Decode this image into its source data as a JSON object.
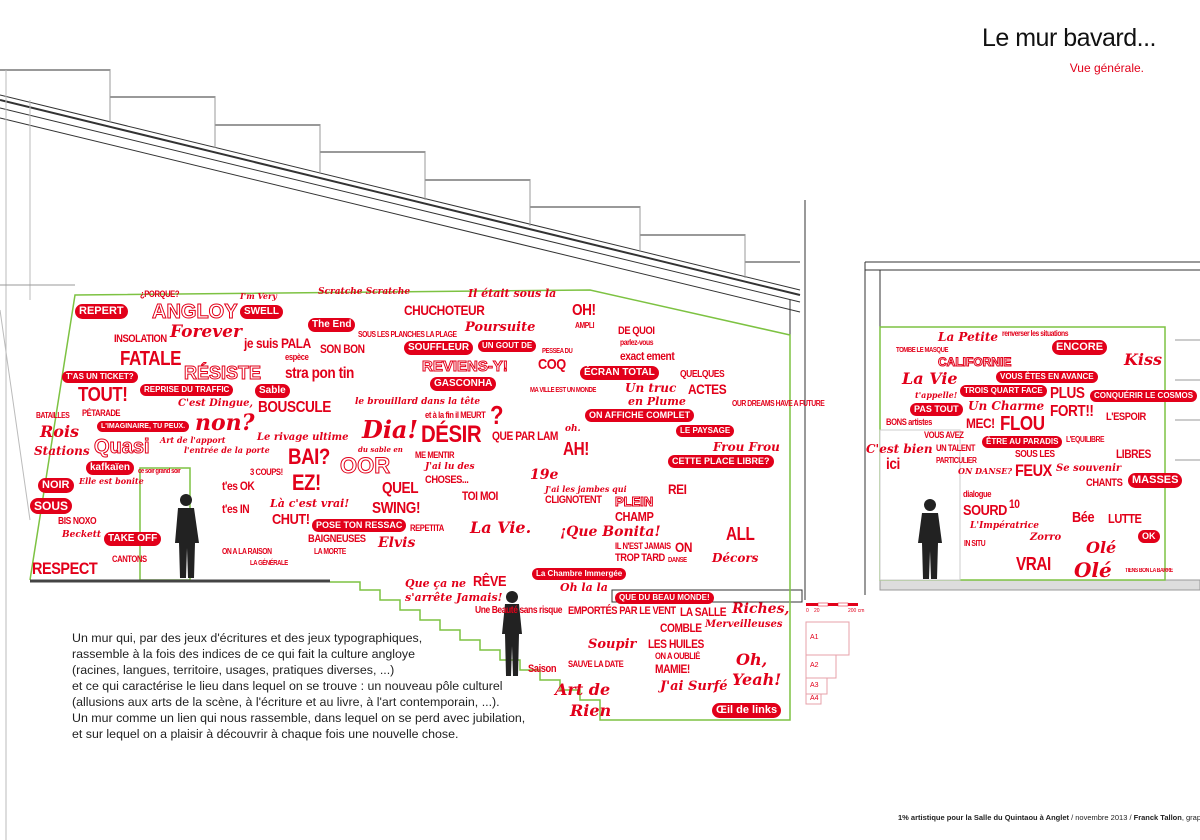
{
  "header": {
    "title": "Le mur bavard...",
    "subtitle": "Vue générale."
  },
  "description": "Un mur qui, par des jeux d'écritures et des jeux typographiques,\nrassemble à la fois des indices de ce qui fait la culture angloye\n(racines, langues, territoire, usages, pratiques diverses, ...)\net ce qui caractérise le lieu dans lequel on se trouve : un nouveau pôle culturel\n(allusions aux arts de la scène, à l'écriture et au livre, à l'art contemporain, ...).\nUn mur comme un lien qui nous rassemble, dans lequel on se perd avec jubilation,\net sur lequel on a plaisir à découvrir à chaque fois une nouvelle chose.",
  "footer": {
    "project": "1% artistique pour la Salle du Quintaou à Anglet",
    "date": " / novembre 2013 / ",
    "author": "Franck Tallon",
    "role": ", graphiste"
  },
  "scale": {
    "labels": [
      "0",
      "20",
      "200 cm"
    ]
  },
  "formats": [
    "A1",
    "A2",
    "A3",
    "A4"
  ],
  "colors": {
    "accent": "#e2001a",
    "outline": "#7dc242",
    "line": "#333333"
  },
  "wall": {
    "phrases": [
      "¿PORQUE?",
      "ANGLOY",
      "Forever",
      "REPERT",
      "I'm Very",
      "SWELL",
      "Scratche Scratche",
      "The End",
      "INSOLATION",
      "FATALE",
      "T'AS UN TICKET?",
      "TOUT!",
      "PÉTARADE",
      "REPRISE DU TRAFFIC",
      "RÉSISTE",
      "je suis PALA",
      "espèce",
      "stra pon tin",
      "Sable",
      "SON BON",
      "SOUS LES PLANCHES LA PLAGE",
      "C'est Dingue,",
      "non?",
      "BOUSCULE",
      "le brouillard dans la tête",
      "Dia!",
      "BATAILLES",
      "Rois",
      "Stations",
      "L'IMAGINAIRE, TU PEUX.",
      "Art de l'apport",
      "Quasi",
      "kafkaïen",
      "l'entrée de la porte",
      "Le rivage ultime",
      "BAI?",
      "EZ!",
      "du sable en",
      "OOR",
      "QUEL",
      "SWING!",
      "NOIR",
      "Elle est bonite",
      "ce soir grand soir",
      "SOUS",
      "BIS NOXO",
      "Beckett",
      "TAKE OFF",
      "CANTONS",
      "RESPECT",
      "t'es OK",
      "t'es IN",
      "Là c'est vrai!",
      "3 COUPS!",
      "POSE TON RESSAC",
      "CHUT!",
      "BAIGNEUSES",
      "Elvis",
      "REPETITA",
      "ON A LA RAISON",
      "LA GÉNÉRALE",
      "LA MORTE",
      "CHUCHOTEUR",
      "SOUFFLEUR",
      "Il était sous la",
      "Poursuite",
      "OH!",
      "AMPLI",
      "UN GOUT DE",
      "REVIENS-Y!",
      "PESSEA DU",
      "COQ",
      "DE QUOI",
      "parlez-vous",
      "exact ement",
      "ÉCRAN TOTAL",
      "GASCONHA",
      "MA VILLE EST UN MONDE",
      "Un truc",
      "en Plume",
      "QUELQUES",
      "ACTES",
      "et à la fin il MEURT",
      "DÉSIR",
      "?",
      "ON AFFICHE COMPLET",
      "LE PAYSAGE",
      "OUR DREAMS HAVE A FUTURE",
      "QUE PAR LAM",
      "oh.",
      "AH!",
      "ME MENTIR",
      "Frou Frou",
      "CETTE PLACE LIBRE?",
      "J'ai lu des",
      "CHOSES...",
      "19e",
      "J'ai les jambes qui",
      "CLIGNOTENT",
      "REI",
      "TOI MOI",
      "PLEIN",
      "CHAMP",
      "¡Que Bonita!",
      "ALL",
      "La Vie.",
      "IL N'EST JAMAIS",
      "TROP TARD",
      "ON",
      "DANSE",
      "Décors",
      "La Chambre Immergée",
      "Que ça ne",
      "s'arrête Jamais!",
      "RÊVE",
      "Une Beauté sans risque",
      "Oh la la",
      "EMPORTÉS PAR LE VENT",
      "QUE DU BEAU MONDE!",
      "LA SALLE",
      "COMBLE",
      "Riches,",
      "Merveilleuses",
      "Soupir",
      "LES HUILES",
      "SAUVE LA DATE",
      "Saison",
      "ON A OUBLIÉ",
      "MAMIE!",
      "Oh,",
      "Yeah!",
      "Art de",
      "Rien",
      "J'ai Surfé",
      "Œil de links",
      "TOMBE LE MASQUE",
      "La Petite",
      "CALIFORNIE",
      "renverser les situations",
      "VOUS ÊTES EN AVANCE",
      "ENCORE",
      "Kiss",
      "PLUS",
      "FORT!!",
      "La Vie",
      "t'appelle!",
      "TROIS QUART FACE",
      "Un Charme",
      "FLOU",
      "CONQUÉRIR LE COSMOS",
      "PAS TOUT",
      "MEC!",
      "BONS artistes",
      "L'ESPOIR",
      "VOUS AVEZ",
      "UN TALENT",
      "PARTICULIER",
      "ÊTRE AU PARADIS",
      "C'est bien",
      "ici",
      "L'EQUILIBRE",
      "LIBRES",
      "SOUS LES",
      "FEUX",
      "ON DANSE?",
      "Se souvenir",
      "CHANTS",
      "MASSES",
      "dialogue",
      "SOURD",
      "10",
      "Bée",
      "LUTTE",
      "L'Impératrice",
      "Zorro",
      "OK",
      "IN SITU",
      "VRAI",
      "Olé",
      "Olé",
      "TIENS BON LA BARRE"
    ]
  }
}
